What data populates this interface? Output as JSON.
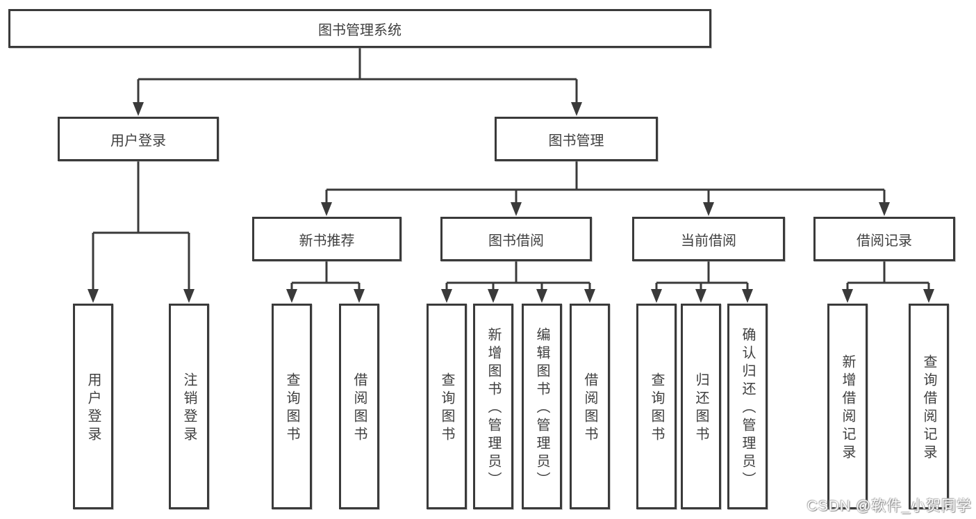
{
  "diagram": {
    "tree": {
      "root": "图书管理系统",
      "children": [
        {
          "label": "用户登录",
          "children": [
            "用户登录",
            "注销登录"
          ]
        },
        {
          "label": "图书管理",
          "children": [
            {
              "label": "新书推荐",
              "children": [
                "查询图书",
                "借阅图书"
              ]
            },
            {
              "label": "图书借阅",
              "children": [
                "查询图书",
                "新增图书（管理员）",
                "编辑图书（管理员）",
                "借阅图书"
              ]
            },
            {
              "label": "当前借阅",
              "children": [
                "查询图书",
                "归还图书",
                "确认归还（管理员）"
              ]
            },
            {
              "label": "借阅记录",
              "children": [
                "新增借阅记录",
                "查询借阅记录"
              ]
            }
          ]
        }
      ]
    },
    "watermark": "CSDN @软件_小贺同学",
    "colors": {
      "line": "#3a3a3a",
      "box_border": "#3a3a3a",
      "text": "#3f3f3f",
      "background": "#ffffff"
    }
  }
}
